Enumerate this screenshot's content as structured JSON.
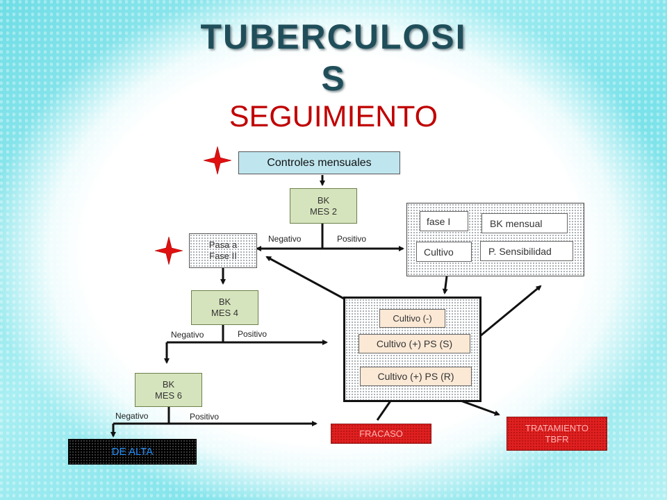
{
  "title": {
    "line1": "TUBERCULOSI",
    "line2": "S",
    "subtitle": "SEGUIMIENTO"
  },
  "nodes": {
    "controles": "Controles mensuales",
    "bk2_line1": "BK",
    "bk2_line2": "MES 2",
    "pasa_line1": "Pasa a",
    "pasa_line2": "Fase II",
    "bk4_line1": "BK",
    "bk4_line2": "MES 4",
    "bk6_line1": "BK",
    "bk6_line2": "MES 6",
    "de_alta": "DE ALTA",
    "fracaso": "FRACASO",
    "tratamiento_line1": "TRATAMIENTO",
    "tratamiento_line2": "TBFR",
    "fase_i": "fase I",
    "bk_mensual": "BK mensual",
    "cultivo": "Cultivo",
    "p_sensibilidad": "P. Sensibilidad",
    "cultivo_neg": "Cultivo (-)",
    "cultivo_pos_s": "Cultivo (+) PS (S)",
    "cultivo_pos_r": "Cultivo (+) PS (R)"
  },
  "labels": {
    "negativo": "Negativo",
    "positivo": "Positivo"
  },
  "colors": {
    "title": "#1f4e5a",
    "subtitle": "#c00000",
    "star": "#e01010"
  },
  "icons": [
    "red-star-icon"
  ]
}
